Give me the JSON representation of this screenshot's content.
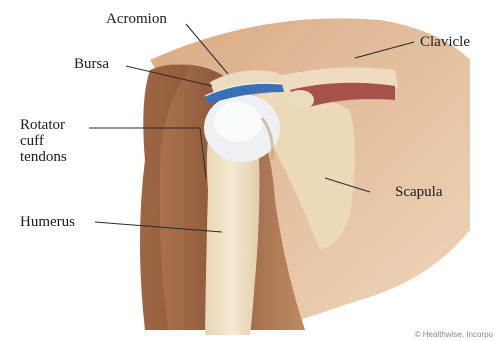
{
  "labels": {
    "acromion": "Acromion",
    "bursa": "Bursa",
    "clavicle": "Clavicle",
    "rotator_cuff": [
      "Rotator",
      "cuff",
      "tendons"
    ],
    "scapula": "Scapula",
    "humerus": "Humerus"
  },
  "credit": "© Healthwise, Incorpo",
  "colors": {
    "skin_dark": "#9a6543",
    "skin_mid": "#c68f6b",
    "skin_light": "#e6c7a8",
    "bone": "#efe3c9",
    "cartilage": "#e9ecef",
    "bursa": "#3b6fb6",
    "muscle": "#a4524a",
    "leader_line": "#2a2a2a"
  }
}
